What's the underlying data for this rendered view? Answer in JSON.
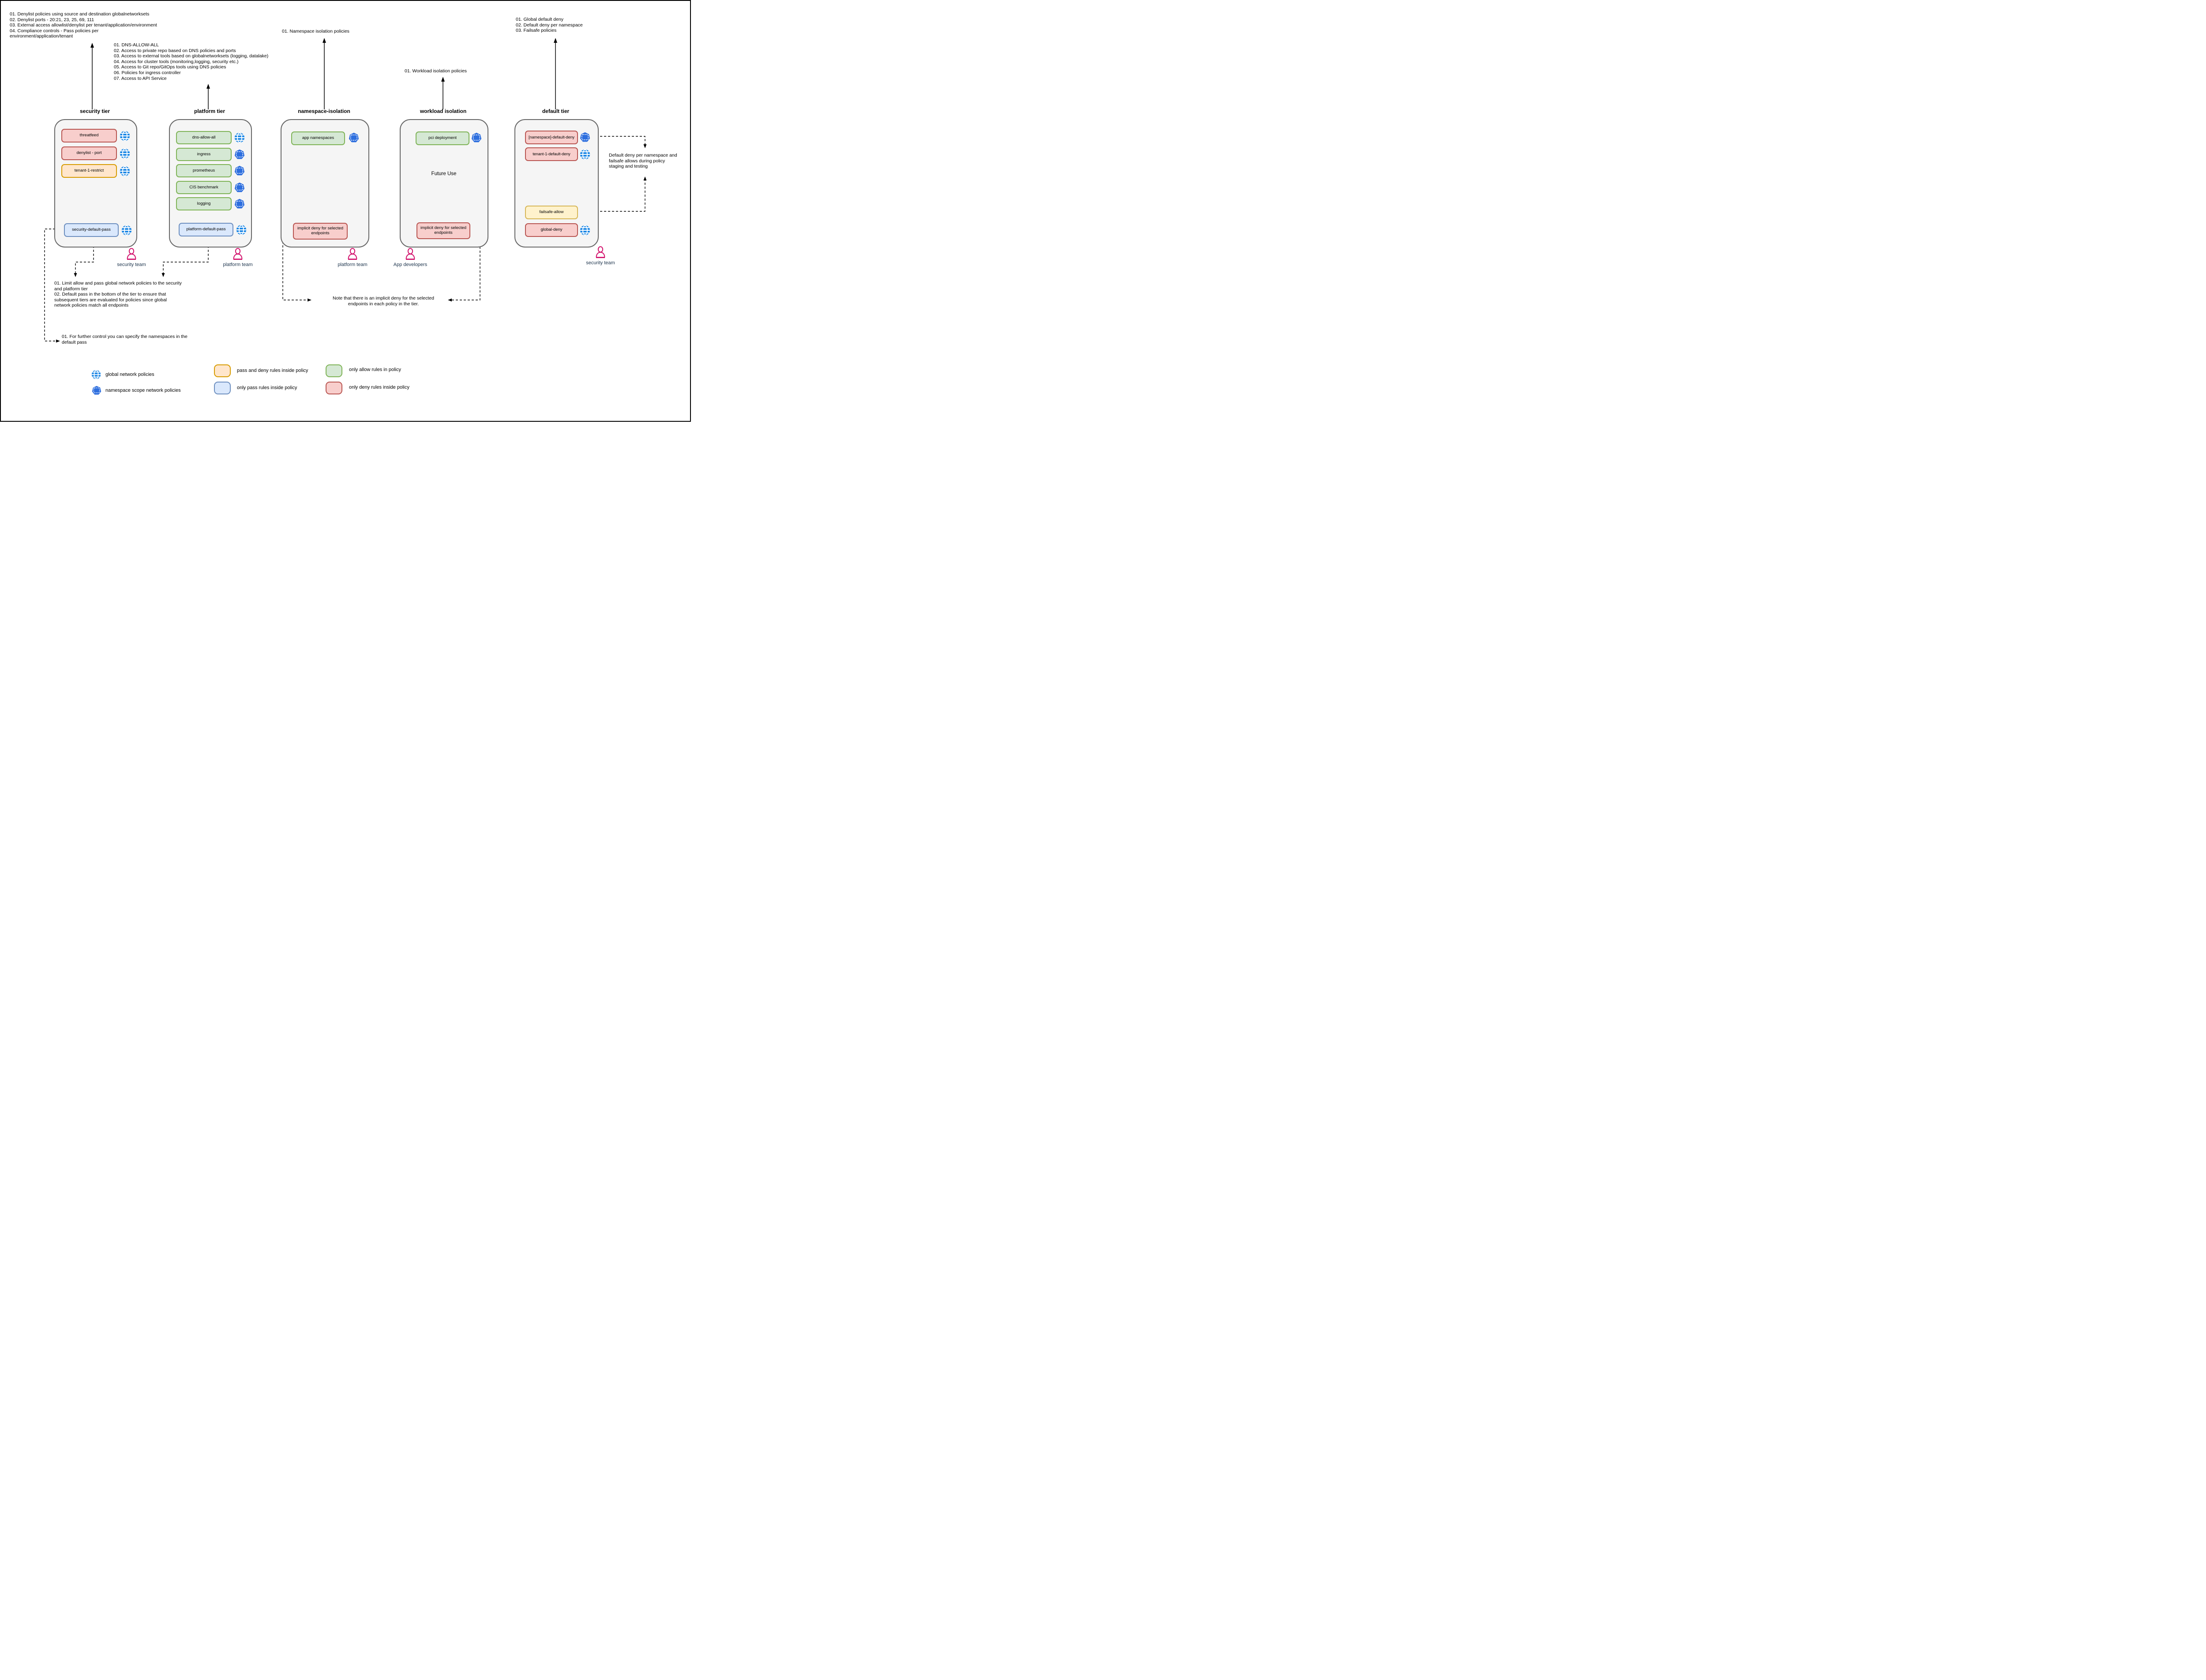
{
  "annotations": {
    "top_left": "01. Denylist policies using source and destination globalnetworksets\n02. Denylist ports - 20:21, 23, 25, 69, 111\n03. External access allowlist/denylist per tenant/application/environment\n04. Compliance controls - Pass policies per\nenvironment/application/tenant",
    "platform_list": "01. DNS-ALLOW-ALL\n02. Access to private repo based on DNS policies and ports\n03. Access to external tools based on globalnetworksets (logging, datalake)\n04. Access for cluster tools (monitoring,logging, security etc.)\n05. Access to Git repo/GitOps tools using DNS policies\n06. Policies for ingress controller\n07. Access to API Service",
    "namespace_top": "01. Namespace isolation policies",
    "workload_top": "01. Workload isolation policies",
    "default_top": "01. Global default deny\n02. Default deny per namespace\n03. Failsafe policies",
    "default_right": "Default deny per namespace and\nfailsafe allows during policy\nstaging and testing",
    "limit_allow": "01. Limit allow and pass global network policies to the security\nand platform tier\n02. Default pass in the bottom of the tier to ensure that\nsubsequent tiers are evaluated for policies since global\nnetwork policies match all endpoints",
    "further_control": "01. For further control you can specify the namespaces in the\ndefault pass",
    "implicit_note": "Note that there is an implicit deny for the selected\nendpoints in each policy in the tier."
  },
  "tiers": {
    "security": {
      "title": "security tier",
      "rows": [
        {
          "label": "threatfeed",
          "rule_type": "only-deny",
          "scope": "global"
        },
        {
          "label": "denylist - port",
          "rule_type": "only-deny",
          "scope": "global"
        },
        {
          "label": "tenant-1-restrict",
          "rule_type": "pass-and-deny",
          "scope": "global"
        },
        {
          "label": "security-default-pass",
          "rule_type": "only-pass",
          "scope": "global"
        }
      ]
    },
    "platform": {
      "title": "platform tier",
      "rows": [
        {
          "label": "dns-allow-all",
          "rule_type": "only-allow",
          "scope": "global"
        },
        {
          "label": "ingress",
          "rule_type": "only-allow",
          "scope": "namespace"
        },
        {
          "label": "prometheus",
          "rule_type": "only-allow",
          "scope": "namespace"
        },
        {
          "label": "CIS benchmark",
          "rule_type": "only-allow",
          "scope": "namespace"
        },
        {
          "label": "logging",
          "rule_type": "only-allow",
          "scope": "namespace"
        },
        {
          "label": "platform-default-pass",
          "rule_type": "only-pass",
          "scope": "global"
        }
      ]
    },
    "namespace_isolation": {
      "title": "namespace-isolation",
      "rows": [
        {
          "label": "app namespaces",
          "rule_type": "only-allow",
          "scope": "namespace"
        },
        {
          "label": "implicit deny for selected endpoints",
          "rule_type": "only-deny",
          "scope": ""
        }
      ]
    },
    "workload_isolation": {
      "title": "workload isolation",
      "center_label": "Future Use",
      "rows": [
        {
          "label": "pci deployment",
          "rule_type": "only-allow",
          "scope": "namespace"
        },
        {
          "label": "implicit deny for selected endpoints",
          "rule_type": "only-deny",
          "scope": ""
        }
      ]
    },
    "default": {
      "title": "default tier",
      "rows": [
        {
          "label": "[namespace]-default-deny",
          "rule_type": "only-deny",
          "scope": "namespace"
        },
        {
          "label": "tenant-1-default-deny",
          "rule_type": "only-deny",
          "scope": "global"
        },
        {
          "label": "failsafe-allow",
          "rule_type": "pass-and-deny",
          "scope": ""
        },
        {
          "label": "global-deny",
          "rule_type": "only-deny",
          "scope": "global"
        }
      ]
    }
  },
  "teams": [
    {
      "label": "security team"
    },
    {
      "label": "platform team"
    },
    {
      "label": "platform team"
    },
    {
      "label": "App developers"
    },
    {
      "label": "security team"
    }
  ],
  "legend": {
    "icons": [
      {
        "icon": "globe-icon",
        "label": "global network policies"
      },
      {
        "icon": "namespace-heptagon-icon",
        "label": "namespace scope network policies"
      }
    ],
    "swatches": [
      {
        "color_name": "orange",
        "label": "pass and deny rules inside policy"
      },
      {
        "color_name": "blue",
        "label": "only pass rules inside policy"
      },
      {
        "color_name": "green",
        "label": "only allow rules in policy"
      },
      {
        "color_name": "red",
        "label": "only deny rules inside policy"
      }
    ]
  },
  "colors": {
    "globe_blue": "#1E88E5",
    "namespace_blue": "#2D6EDE",
    "person_pink": "#D2106B",
    "team_label_navy": "#20374F",
    "deny_fill": "#F8CECC",
    "deny_stroke": "#B85450",
    "pass_deny_fill": "#FFE6CC",
    "pass_deny_stroke": "#D79B00",
    "pass_fill": "#DAE8FC",
    "pass_stroke": "#6C8EBF",
    "allow_fill": "#D5E8D4",
    "allow_stroke": "#7EB356",
    "failsafe_fill": "#FFF2CC",
    "failsafe_stroke": "#D6B656",
    "tier_fill": "#F5F5F5",
    "tier_stroke": "#666666"
  }
}
